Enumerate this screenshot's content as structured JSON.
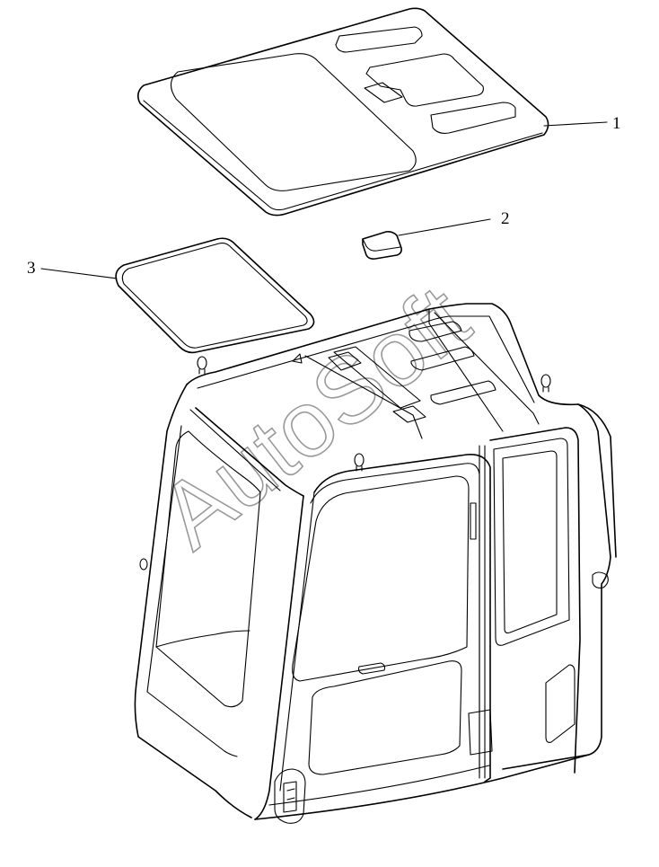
{
  "diagram": {
    "callouts": [
      {
        "id": "1",
        "text": "1"
      },
      {
        "id": "2",
        "text": "2"
      },
      {
        "id": "3",
        "text": "3"
      }
    ],
    "watermark": "AutoSoft"
  }
}
